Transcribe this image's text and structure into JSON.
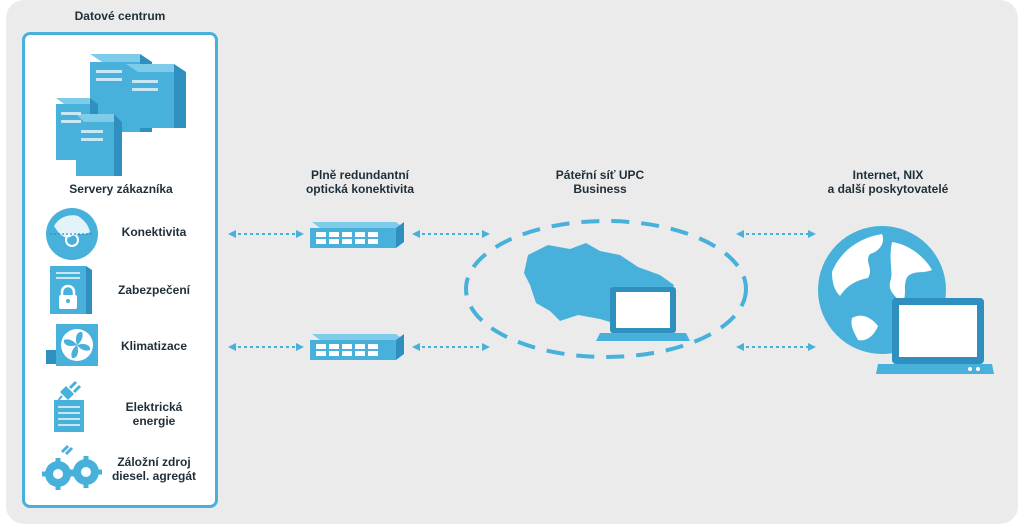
{
  "colors": {
    "accent": "#47b1dc",
    "accent_dark": "#2f8fbf",
    "background": "#ebebeb"
  },
  "datacenter": {
    "title": "Datové centrum",
    "servers_label": "Servery zákazníka",
    "services": [
      {
        "label": "Konektivita",
        "icon": "globe-icon"
      },
      {
        "label": "Zabezpečení",
        "icon": "lock-cabinet-icon"
      },
      {
        "label": "Klimatizace",
        "icon": "fan-icon"
      },
      {
        "label": "Elektrická\nenergie",
        "icon": "power-plug-icon"
      },
      {
        "label": "Záložní zdroj\ndiesel. agregát",
        "icon": "gears-icon"
      }
    ]
  },
  "connectivity": {
    "label_line1": "Plně redundantní",
    "label_line2": "optická konektivita"
  },
  "backbone": {
    "label_line1": "Páteřní síť UPC",
    "label_line2": "Business"
  },
  "internet": {
    "label_line1": "Internet, NIX",
    "label_line2": "a další poskytovatelé"
  }
}
